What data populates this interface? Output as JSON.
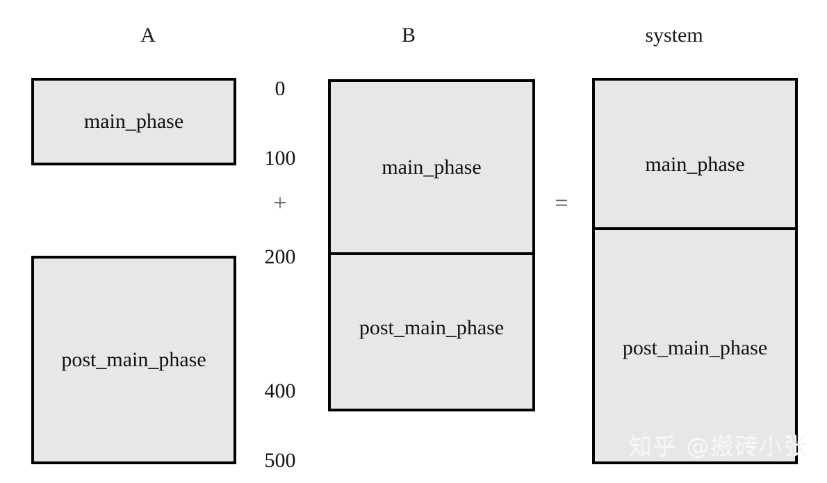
{
  "columns": {
    "a": {
      "header": "A"
    },
    "b": {
      "header": "B"
    },
    "system": {
      "header": "system"
    }
  },
  "operators": {
    "plus": "+",
    "equals": "="
  },
  "timeline": {
    "ticks": [
      {
        "value": "0"
      },
      {
        "value": "100"
      },
      {
        "value": "200"
      },
      {
        "value": "400"
      },
      {
        "value": "500"
      }
    ]
  },
  "boxes": {
    "a_main": "main_phase",
    "a_post_main": "post_main_phase",
    "b_main": "main_phase",
    "b_post_main": "post_main_phase",
    "system_main": "main_phase",
    "system_post_main": "post_main_phase"
  },
  "watermark": {
    "text": "知乎 @搬砖小张"
  },
  "colors": {
    "box_fill": "#e7e7e7",
    "box_border": "#000000",
    "background": "#ffffff",
    "operator": "#6b6b6b",
    "text": "#111111"
  }
}
